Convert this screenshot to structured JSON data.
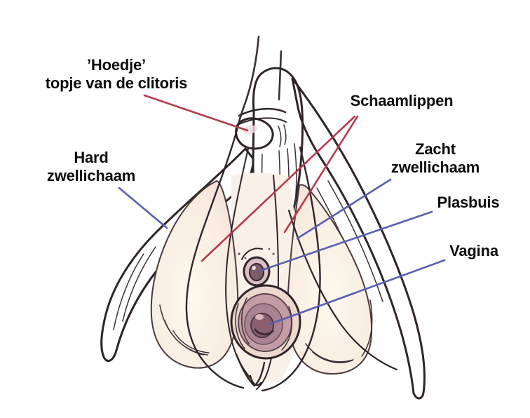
{
  "figure": {
    "description": "Anatomical line drawing of the internal clitoris with Dutch labels",
    "language": "Dutch"
  },
  "labels": {
    "hoedje": {
      "line1": "’Hoedje’",
      "line2": "topje van de clitoris"
    },
    "schaamlippen": "Schaamlippen",
    "hard": {
      "line1": "Hard",
      "line2": "zwellichaam"
    },
    "zacht": {
      "line1": "Zacht",
      "line2": "zwellichaam"
    },
    "plasbuis": "Plasbuis",
    "vagina": "Vagina"
  },
  "leader_lines": [
    {
      "label": "’Hoedje’ topje van de clitoris",
      "color": "#b53b4e",
      "points_to": "glans of clitoris"
    },
    {
      "label": "Schaamlippen",
      "color": "#b53b4e",
      "points_to": "labia (two lines)"
    },
    {
      "label": "Hard zwellichaam",
      "color": "#5a5fae",
      "points_to": "left crus (erectile tissue)"
    },
    {
      "label": "Zacht zwellichaam",
      "color": "#5a5fae",
      "points_to": "right vestibular bulb"
    },
    {
      "label": "Plasbuis",
      "color": "#5a5fae",
      "points_to": "urethral opening"
    },
    {
      "label": "Vagina",
      "color": "#5a5fae",
      "points_to": "vaginal opening"
    }
  ],
  "colors": {
    "background": "#ffffff",
    "tissue_pink": "#d9a2b5",
    "tissue_pink_dark": "#c188a0",
    "bulb_cream": "#f9f0e4",
    "bulb_edge": "#f2dcd4",
    "opening_mauve": "#8a5f70",
    "outline_dark": "#2f2429",
    "leader_red": "#b53b4e",
    "leader_blue": "#5a5fae",
    "text": "#0c0c0c"
  }
}
